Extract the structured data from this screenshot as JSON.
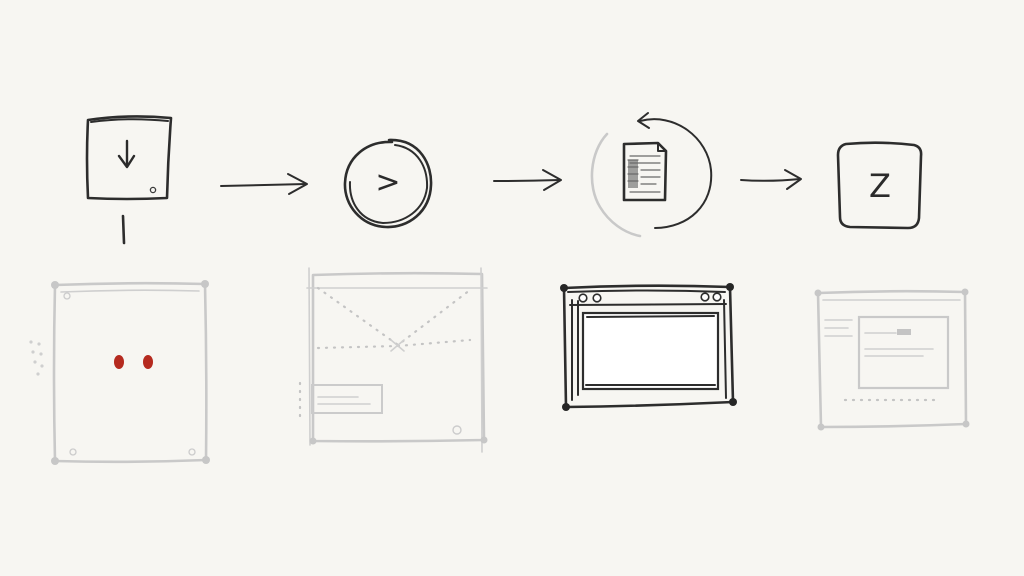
{
  "flow": {
    "steps": [
      {
        "id": "download",
        "icon": "download-arrow-icon"
      },
      {
        "id": "play",
        "icon": "chevron-right-icon"
      },
      {
        "id": "document",
        "icon": "document-refresh-icon"
      },
      {
        "id": "sleep",
        "icon": "letter-z-icon"
      }
    ],
    "glyphs": {
      "play": ">",
      "sleep": "Z"
    }
  },
  "wireframes": [
    {
      "id": "blank-window",
      "state": "faded",
      "marker_color": "#b52a1f"
    },
    {
      "id": "envelope-window",
      "state": "faded"
    },
    {
      "id": "browser-window",
      "state": "emphasized"
    },
    {
      "id": "dialog-window",
      "state": "faded"
    }
  ],
  "colors": {
    "paper": "#f7f6f2",
    "ink": "#2d2d2d",
    "pale_ink": "#c9c9c9",
    "accent_red": "#b52a1f"
  }
}
